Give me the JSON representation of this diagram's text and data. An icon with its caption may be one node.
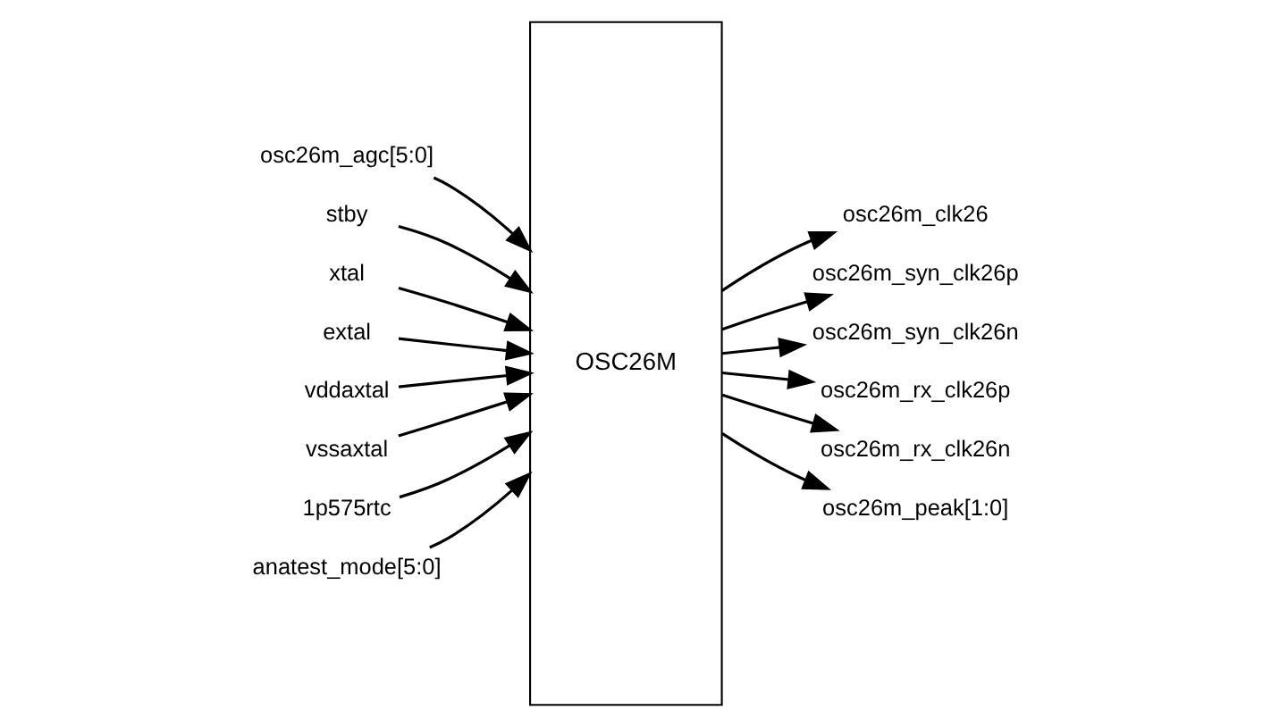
{
  "diagram": {
    "nodes": [
      {
        "text": [
          "osc26m_agc[5:0]"
        ]
      },
      {
        "text": [
          "stby"
        ]
      },
      {
        "text": [
          "xtal"
        ]
      },
      {
        "text": [
          "extal"
        ]
      },
      {
        "text": [
          "vddaxtal"
        ]
      },
      {
        "text": [
          "vssaxtal"
        ]
      },
      {
        "text": [
          "1p575rtc"
        ]
      },
      {
        "text": [
          "anatest_mode[5:0]"
        ]
      },
      {
        "text": [
          "OSC26M"
        ]
      },
      {
        "text": [
          "osc26m_clk26"
        ]
      },
      {
        "text": [
          "osc26m_syn_clk26p"
        ]
      },
      {
        "text": [
          "osc26m_syn_clk26n"
        ]
      },
      {
        "text": [
          "osc26m_rx_clk26p"
        ]
      },
      {
        "text": [
          "osc26m_rx_clk26n"
        ]
      },
      {
        "text": [
          "osc26m_peak[1:0]"
        ]
      }
    ],
    "edges": [
      {
        "from": 0,
        "to": 8,
        "arrow": "to"
      },
      {
        "from": 1,
        "to": 8,
        "arrow": "to"
      },
      {
        "from": 2,
        "to": 8,
        "arrow": "to"
      },
      {
        "from": 3,
        "to": 8,
        "arrow": "to"
      },
      {
        "from": 4,
        "to": 8,
        "arrow": "to"
      },
      {
        "from": 5,
        "to": 8,
        "arrow": "to"
      },
      {
        "from": 6,
        "to": 8,
        "arrow": "to"
      },
      {
        "from": 7,
        "to": 8,
        "arrow": "to"
      },
      {
        "from": 8,
        "to": 9,
        "arrow": "to"
      },
      {
        "from": 8,
        "to": 10,
        "arrow": "to"
      },
      {
        "from": 8,
        "to": 11,
        "arrow": "to"
      },
      {
        "from": 8,
        "to": 12,
        "arrow": "to"
      },
      {
        "from": 8,
        "to": 13,
        "arrow": "to"
      },
      {
        "from": 8,
        "to": 14,
        "arrow": "to"
      }
    ]
  }
}
